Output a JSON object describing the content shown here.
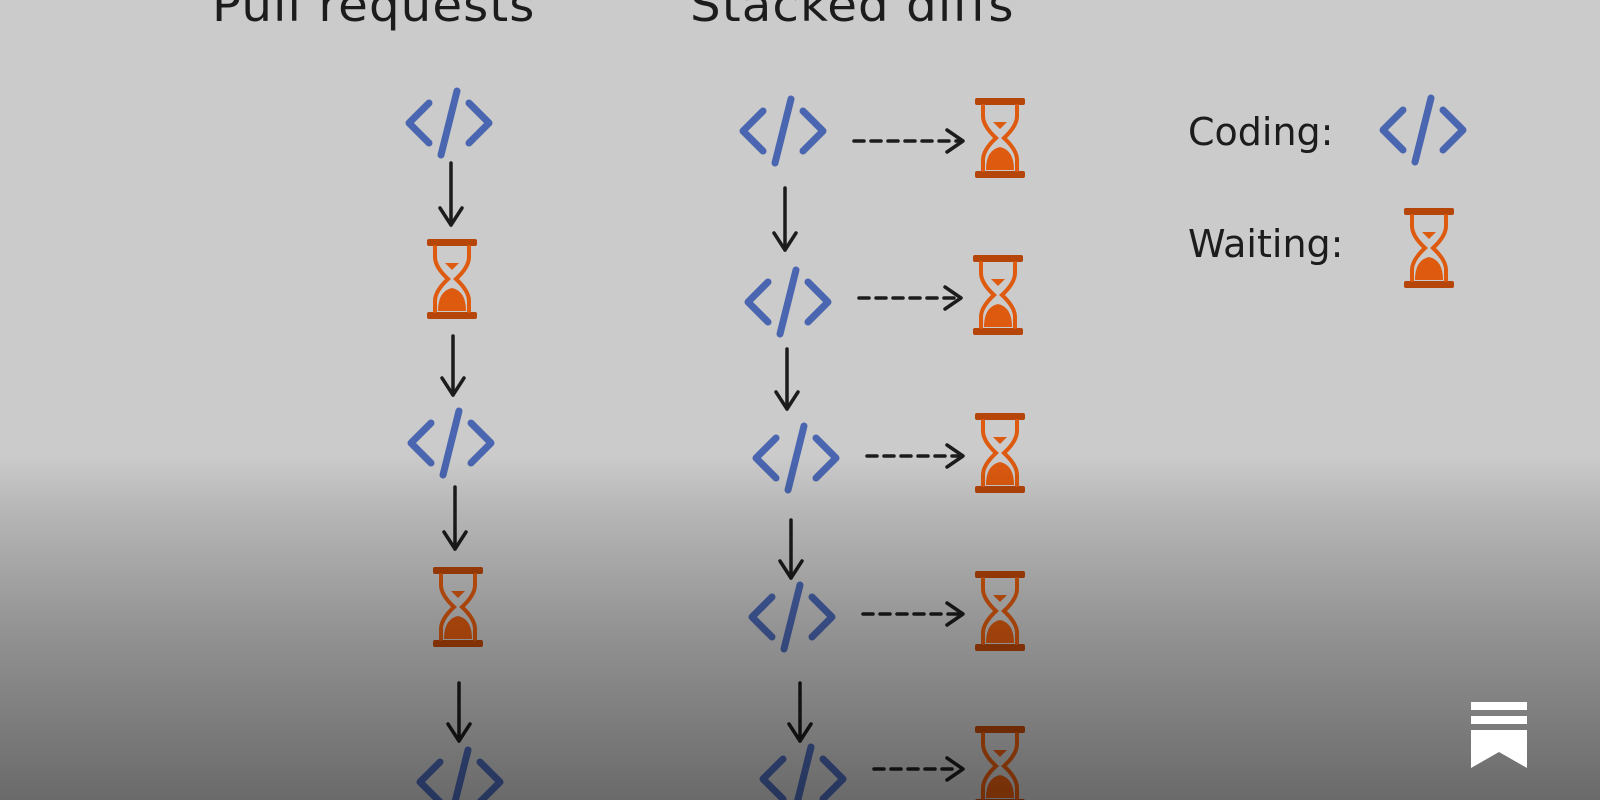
{
  "titles": {
    "pull_requests": "Pull requests",
    "stacked_diffs": "Stacked diffs"
  },
  "legend": {
    "coding_label": "Coding:",
    "waiting_label": "Waiting:",
    "coding_icon": "code-icon",
    "waiting_icon": "hourglass-icon"
  },
  "colors": {
    "background": "#cbcbcb",
    "code": "#4a66b0",
    "hourglass": "#dd5a0f",
    "hourglass_dark": "#b54508",
    "arrow": "#1c1c1c"
  },
  "pull_requests_flow": [
    "code",
    "wait",
    "code",
    "wait",
    "code"
  ],
  "stacked_diffs_flow": [
    {
      "step": "code",
      "then": "wait"
    },
    {
      "step": "code",
      "then": "wait"
    },
    {
      "step": "code",
      "then": "wait"
    },
    {
      "step": "code",
      "then": "wait"
    },
    {
      "step": "code",
      "then": "wait"
    }
  ],
  "branding": {
    "logo_icon": "substack-bookmark-icon"
  }
}
